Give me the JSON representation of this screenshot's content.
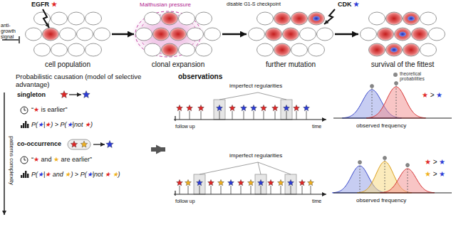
{
  "diagram": {
    "nodes": [
      {
        "text": [
          "cell population"
        ]
      },
      {
        "text": [
          "clonal expansion"
        ]
      },
      {
        "text": [
          "further mutation"
        ]
      },
      {
        "text": [
          "survival of the fittest"
        ]
      },
      {
        "text": [
          "Probabilistic causation (model of selective advantage)"
        ]
      },
      {
        "text": [
          "observations"
        ]
      }
    ],
    "edges": [
      {
        "from": 0,
        "to": 1,
        "arrow": "to"
      },
      {
        "from": 1,
        "to": 2,
        "arrow": "to"
      },
      {
        "from": 2,
        "to": 3,
        "arrow": "to"
      },
      {
        "from": 4,
        "to": 5,
        "arrow": "to"
      }
    ],
    "labels": [
      "EGFR ★",
      "anti-growth signal",
      "Malthusian pressure",
      "disable G1-S checkpoint",
      "CDK ★",
      "singleton",
      "“★ is earlier”",
      "P(★|★) > P(★|not ★)",
      "co-occurrence",
      "“★ and ★ are earlier”",
      "P(★|★ and ★) > P(★|not ★ ★)",
      "patterns complexity",
      "imperfect regularities",
      "follow up",
      "time",
      "observed frequency",
      "★ > ★",
      "imperfect regularities",
      "follow up",
      "time",
      "observed frequency",
      "★ > ★",
      "★ > ★"
    ],
    "legend": [
      {
        "text": "theoretical probabilities",
        "color": "#8a8a8a"
      }
    ]
  }
}
